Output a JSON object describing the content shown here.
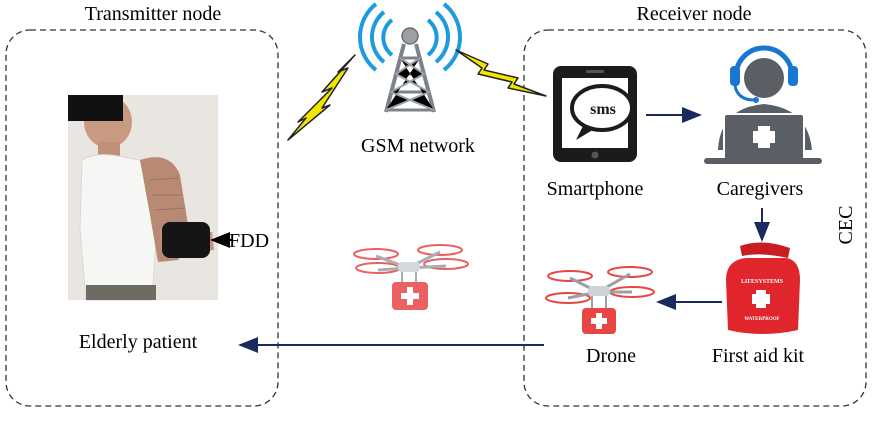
{
  "nodes": {
    "transmitter_title": "Transmitter node",
    "receiver_title": "Receiver node",
    "cec_label": "CEC"
  },
  "network": {
    "label": "GSM network"
  },
  "patient": {
    "device_label": "FDD",
    "caption": "Elderly patient"
  },
  "receiver": {
    "smartphone_label": "Smartphone",
    "sms_text": "sms",
    "caregivers_label": "Caregivers",
    "first_aid_label": "First aid kit",
    "drone_label": "Drone",
    "kit_brand": "LIFESYSTEMS",
    "kit_subtitle": "WATERPROOF"
  },
  "colors": {
    "arrow": "#1a2a5e",
    "lightning": "#f2e600",
    "tower_blue": "#1e9be0",
    "icon_gray": "#5a5f66",
    "headset_blue": "#1976d2",
    "kit_red": "#e0262c",
    "drone_red": "#e84545"
  }
}
